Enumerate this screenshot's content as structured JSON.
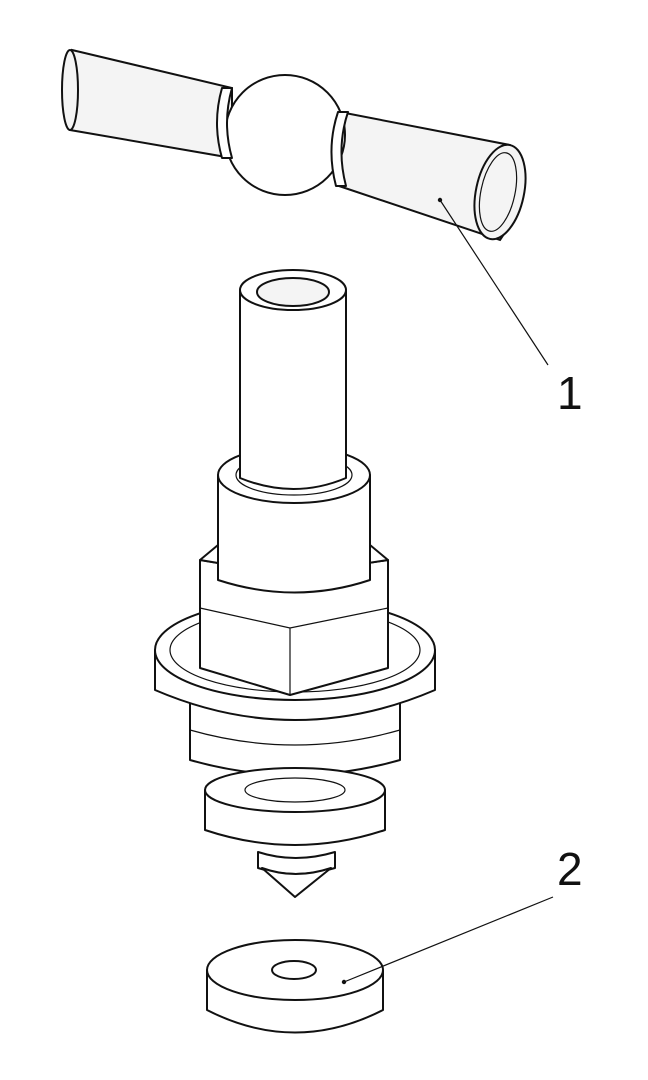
{
  "callouts": [
    {
      "number": "1",
      "part": "handle"
    },
    {
      "number": "2",
      "part": "washer"
    }
  ],
  "colors": {
    "line": "#111111",
    "background": "#ffffff"
  }
}
